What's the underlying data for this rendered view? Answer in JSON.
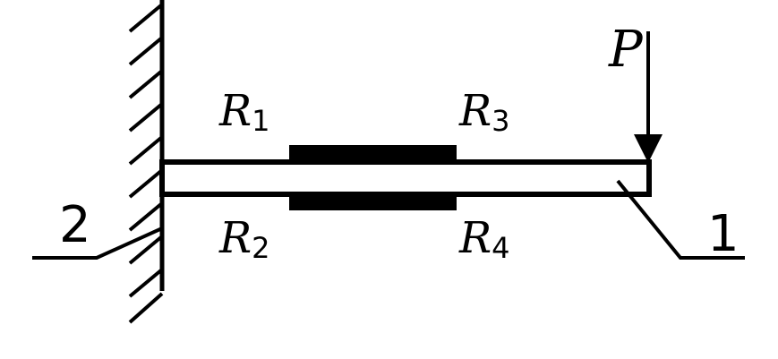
{
  "labels": {
    "force": "P",
    "r1": {
      "main": "R",
      "sub": "1"
    },
    "r2": {
      "main": "R",
      "sub": "2"
    },
    "r3": {
      "main": "R",
      "sub": "3"
    },
    "r4": {
      "main": "R",
      "sub": "4"
    },
    "wall_callout": "2",
    "beam_callout": "1"
  },
  "colors": {
    "line": "#000000",
    "background": "#ffffff"
  }
}
